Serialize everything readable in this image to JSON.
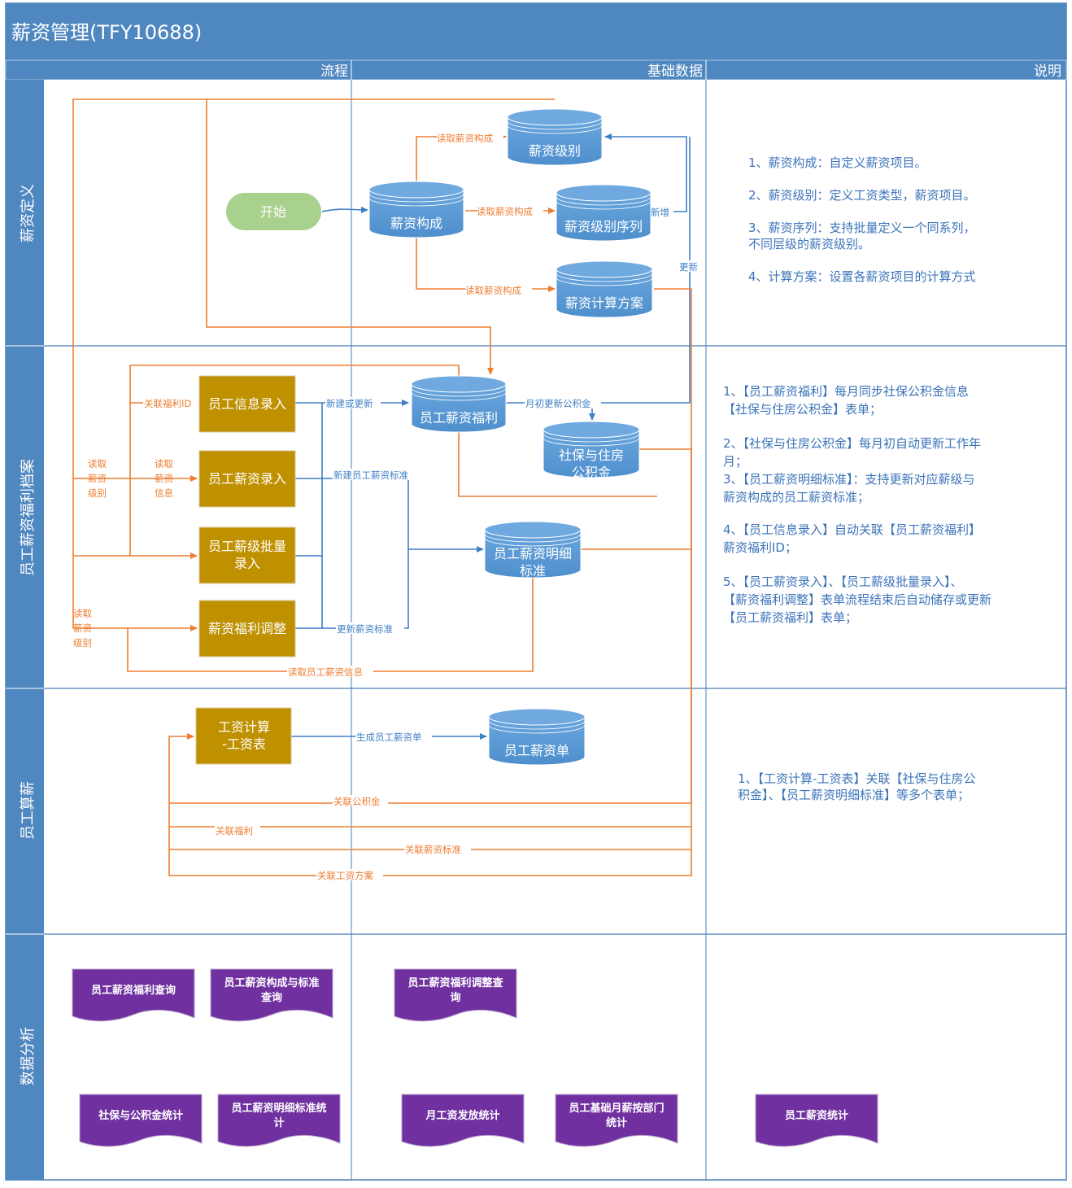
{
  "title": "薪资管理(TFY10688)",
  "columns": [
    "流程",
    "基础数据",
    "说明"
  ],
  "lanes": [
    "薪资定义",
    "员工薪资福利档案",
    "员工算薪",
    "数据分析"
  ],
  "colors": {
    "header": "#4f87c0",
    "border": "#4a7db8",
    "db_fill": "#5b9bd5",
    "process_fill": "#bf9000",
    "report_fill": "#7030a0",
    "start_fill": "#a9d18e",
    "orange": "#ed7d31",
    "blue_line": "#5b9bd5",
    "note_text": "#3b73b9"
  },
  "nodes": {
    "start": "开始",
    "salary_composition": "薪资构成",
    "salary_grade": "薪资级别",
    "salary_grade_series": "薪资级别序列",
    "salary_calc_plan": "薪资计算方案",
    "employee_info_entry": "员工信息录入",
    "employee_salary_entry": "员工薪资录入",
    "employee_grade_batch": [
      "员工薪级批量",
      "录入"
    ],
    "salary_welfare_adjust": "薪资福利调整",
    "employee_salary_welfare": "员工薪资福利",
    "social_security_fund": [
      "社保与住房",
      "公积金"
    ],
    "employee_salary_detail": [
      "员工薪资明细",
      "标准"
    ],
    "payroll_calc": [
      "工资计算",
      "-工资表"
    ],
    "employee_payslip": "员工薪资单"
  },
  "edge_labels": {
    "read_composition_1": "读取薪资构成",
    "read_composition_2": "读取薪资构成",
    "read_composition_3": "读取薪资构成",
    "add_new": "新增",
    "update": "更新",
    "link_welfare_id": "关联福利ID",
    "new_or_update": "新建或更新",
    "monthly_update_fund": "月初更新公积金",
    "new_salary_standard": "新建员工薪资标准",
    "update_salary_standard": "更新薪资标准",
    "read_employee_salary_info": "读取员工薪资信息",
    "generate_payslip": "生成员工薪资单",
    "link_fund": "关联公积金",
    "link_welfare": "关联福利",
    "link_salary_standard": "关联薪资标准",
    "link_salary_plan": "关联工资方案",
    "read_grade_1": [
      "读取",
      "薪资",
      "级别"
    ],
    "read_salary_info": [
      "读取",
      "薪资",
      "信息"
    ],
    "read_grade_2": [
      "读取",
      "薪资",
      "级别"
    ]
  },
  "reports": {
    "r1": [
      "员工薪资福利查询"
    ],
    "r2": [
      "员工薪资构成与标准",
      "查询"
    ],
    "r3": [
      "员工薪资福利调整查",
      "询"
    ],
    "r4": [
      "社保与公积金统计"
    ],
    "r5": [
      "员工薪资明细标准统",
      "计"
    ],
    "r6": [
      "月工资发放统计"
    ],
    "r7": [
      "员工基础月薪按部门",
      "统计"
    ],
    "r8": [
      "员工薪资统计"
    ]
  },
  "notes": {
    "lane1": [
      "1、薪资构成：自定义薪资项目。",
      "2、薪资级别：定义工资类型，薪资项目。",
      "3、薪资序列：支持批量定义一个同系列，",
      "不同层级的薪资级别。",
      "4、计算方案：设置各薪资项目的计算方式"
    ],
    "lane2": [
      "1、【员工薪资福利】每月同步社保公积金信息",
      "【社保与住房公积金】表单；",
      "2、【社保与住房公积金】每月初自动更新工作年",
      "月；",
      "3、【员工薪资明细标准】：支持更新对应薪级与",
      "薪资构成的员工薪资标准；",
      "4、【员工信息录入】自动关联【员工薪资福利】",
      "薪资福利ID；",
      "5、【员工薪资录入】、【员工薪级批量录入】、",
      "【薪资福利调整】表单流程结束后自动储存或更新",
      "【员工薪资福利】表单；"
    ],
    "lane3": [
      "1、【工资计算-工资表】关联【社保与住房公",
      "积金】、【员工薪资明细标准】等多个表单；"
    ]
  }
}
